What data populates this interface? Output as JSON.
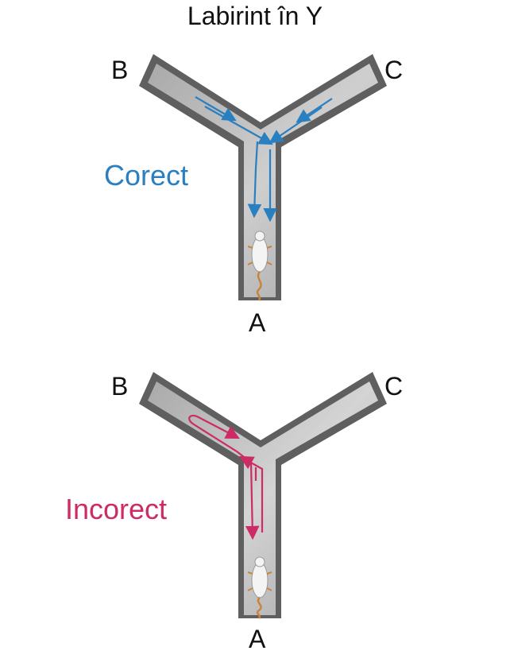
{
  "title": "Labirint în Y",
  "colors": {
    "correct": "#2a7fc0",
    "incorrect": "#cc2b66",
    "wall": "#5f5f5f",
    "floor": "#b7b7b7"
  },
  "mazes": [
    {
      "condition_label": "Corect",
      "condition_color": "#2a7fc0",
      "arm_labels": {
        "left": "B",
        "right": "C",
        "bottom": "A"
      },
      "path_icon": "arrow-path",
      "animal_icon": "mouse-icon"
    },
    {
      "condition_label": "Incorect",
      "condition_color": "#cc2b66",
      "arm_labels": {
        "left": "B",
        "right": "C",
        "bottom": "A"
      },
      "path_icon": "arrow-path",
      "animal_icon": "mouse-icon"
    }
  ]
}
